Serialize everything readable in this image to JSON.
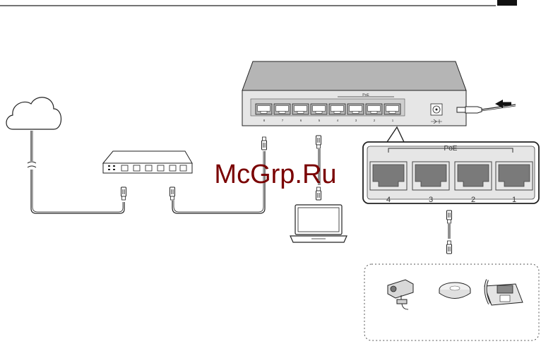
{
  "switch": {
    "poe_label": "PoE",
    "port_numbers": [
      "8",
      "7",
      "6",
      "5",
      "4",
      "3",
      "2",
      "1"
    ]
  },
  "zoom_panel": {
    "poe_label": "PoE",
    "port_numbers": [
      "4",
      "3",
      "2",
      "1"
    ]
  },
  "watermark": "McGrp.Ru",
  "devices": [
    {
      "icon": "ip-camera-icon"
    },
    {
      "icon": "access-point-icon"
    },
    {
      "icon": "ip-phone-icon"
    }
  ],
  "icons": [
    "cloud-icon",
    "router-icon",
    "switch-icon",
    "laptop-icon",
    "power-adapter-icon",
    "arrow-left-icon",
    "rj45-connector-icon"
  ],
  "colors": {
    "device_gray": "#b5b5b5",
    "panel_gray": "#e6e6e6",
    "port_dark": "#7a7a7a",
    "watermark": "#7a0000",
    "line": "#222222"
  }
}
